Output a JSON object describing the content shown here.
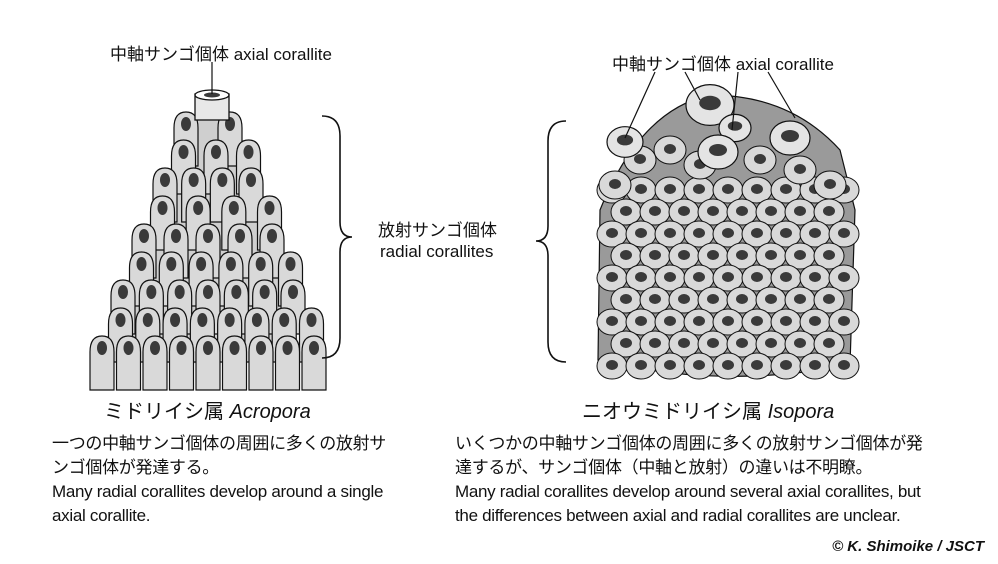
{
  "acropora": {
    "axial_label": "中軸サンゴ個体 axial corallite",
    "genus_jp": "ミドリイシ属",
    "genus_latin": "Acropora",
    "desc_jp_1": "一つの中軸サンゴ個体の周囲に多くの放射サ",
    "desc_jp_2": "ンゴ個体が発達する。",
    "desc_en_1": "Many radial corallites develop around a single",
    "desc_en_2": "axial corallite."
  },
  "radial_label": {
    "jp": "放射サンゴ個体",
    "en": "radial corallites"
  },
  "isopora": {
    "axial_label": "中軸サンゴ個体 axial corallite",
    "genus_jp": "ニオウミドリイシ属",
    "genus_latin": "Isopora",
    "desc_jp_1": "いくつかの中軸サンゴ個体の周囲に多くの放射サンゴ個体が発",
    "desc_jp_2": "達するが、サンゴ個体（中軸と放射）の違いは不明瞭。",
    "desc_en_1": "Many radial corallites develop around several axial corallites, but",
    "desc_en_2": "the differences between axial and radial corallites are unclear."
  },
  "credit": "© K. Shimoike / JSCT",
  "colors": {
    "corallite_fill": "#d9d9d9",
    "hole": "#3a3a3a",
    "outline": "#111111"
  }
}
